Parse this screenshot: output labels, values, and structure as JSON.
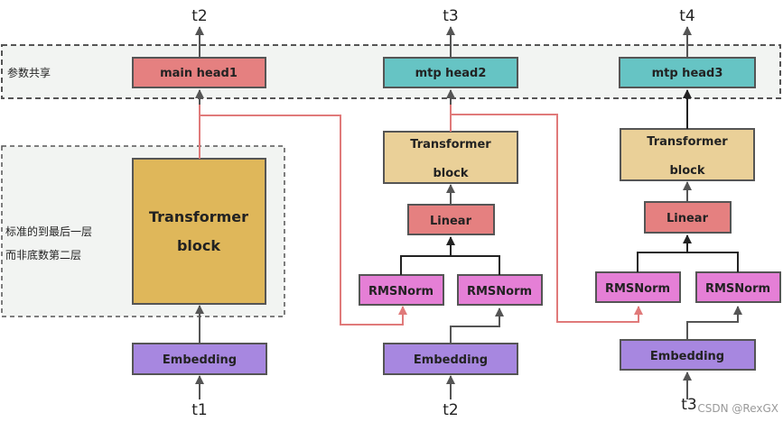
{
  "colors": {
    "main_head": "#e58080",
    "mtp_head": "#66c4c4",
    "transformer": "#ead098",
    "transformer_big": "#dfb75a",
    "linear": "#e58080",
    "rmsnorm": "#e57fd6",
    "embedding": "#a787e0",
    "dashed_bg": "#f2f4f2",
    "arrow": "#555555",
    "skip_line": "#e07a7a"
  },
  "labels": {
    "shared_params": "参数共享",
    "standard_note_line1": "标准的到最后一层",
    "standard_note_line2": "而非底数第二层",
    "watermark": "CSDN @RexGX"
  },
  "columns": [
    {
      "id": "col1",
      "head": "main head1",
      "transformer_line1": "Transformer",
      "transformer_line2": "block",
      "embedding": "Embedding",
      "input": "t1",
      "output": "t2"
    },
    {
      "id": "col2",
      "head": "mtp head2",
      "transformer_line1": "Transformer",
      "transformer_line2": "block",
      "linear": "Linear",
      "rmsnorm_left": "RMSNorm",
      "rmsnorm_right": "RMSNorm",
      "embedding": "Embedding",
      "input": "t2",
      "output": "t3"
    },
    {
      "id": "col3",
      "head": "mtp head3",
      "transformer_line1": "Transformer",
      "transformer_line2": "block",
      "linear": "Linear",
      "rmsnorm_left": "RMSNorm",
      "rmsnorm_right": "RMSNorm",
      "embedding": "Embedding",
      "input": "t3",
      "output": "t4"
    }
  ]
}
